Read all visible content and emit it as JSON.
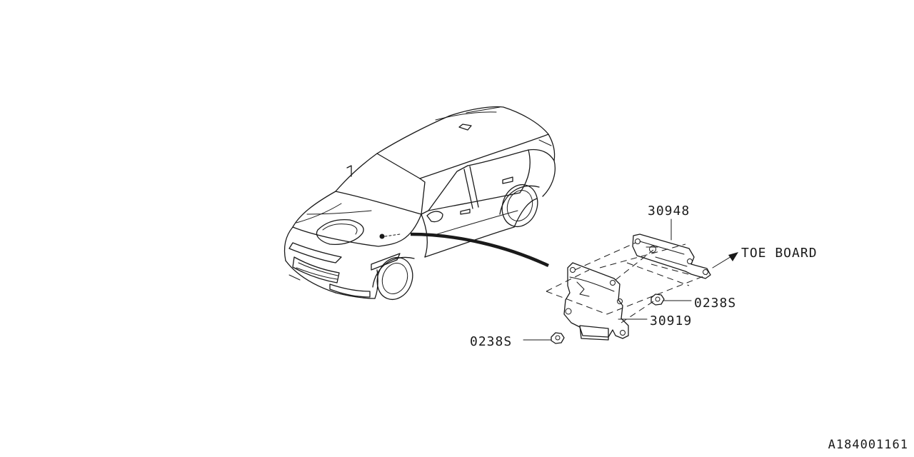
{
  "callouts": {
    "bracket_part": "30948",
    "control_unit_part": "30919",
    "nut_upper": "0238S",
    "nut_lower": "0238S",
    "toe_board": "TOE BOARD"
  },
  "diagram_code": "A184001161"
}
